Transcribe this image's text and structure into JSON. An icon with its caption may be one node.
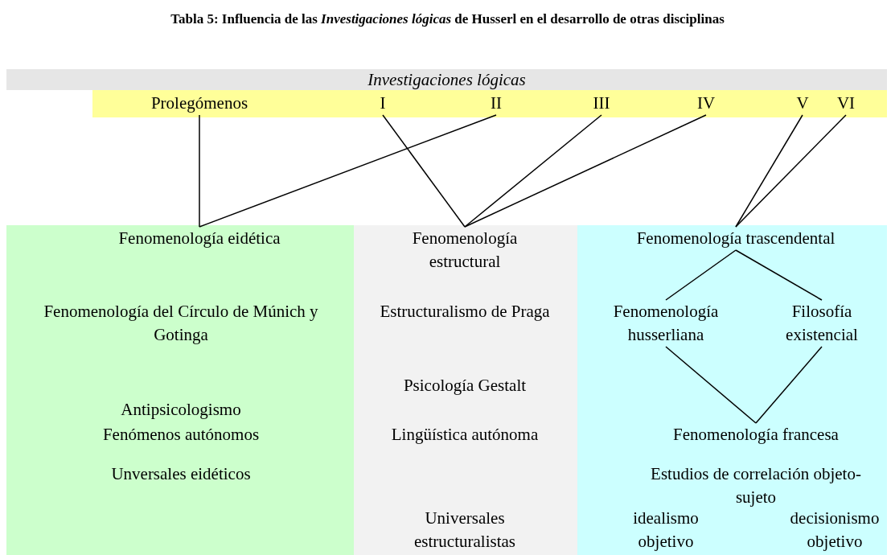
{
  "diagram": {
    "title": "Tabla 5: Influencia de las *Investigaciones lógicas* de Husserl en el desarrollo de otras disciplinas",
    "nodes": [
      {
        "text": [
          "Investigaciones lógicas"
        ]
      },
      {
        "text": [],
        "shape": "bar"
      },
      {
        "text": [
          "Prolegómenos"
        ],
        "in": 1
      },
      {
        "text": [
          "I"
        ],
        "in": 1
      },
      {
        "text": [
          "II"
        ],
        "in": 1
      },
      {
        "text": [
          "III"
        ],
        "in": 1
      },
      {
        "text": [
          "IV"
        ],
        "in": 1
      },
      {
        "text": [
          "V"
        ],
        "in": 1
      },
      {
        "text": [
          "VI"
        ],
        "in": 1
      },
      {
        "text": [],
        "shape": "box"
      },
      {
        "text": [
          "Fenomenología eidética"
        ],
        "in": 9
      },
      {
        "text": [
          "Fenomenología del Círculo de Múnich y Gotinga"
        ],
        "in": 9
      },
      {
        "text": [
          "Antipsicologismo"
        ],
        "in": 9
      },
      {
        "text": [
          "Fenómenos autónomos"
        ],
        "in": 9
      },
      {
        "text": [
          "Unversales eidéticos"
        ],
        "in": 9
      },
      {
        "text": [],
        "shape": "box"
      },
      {
        "text": [
          "Fenomenología estructural"
        ],
        "in": 15
      },
      {
        "text": [
          "Estructuralismo de Praga"
        ],
        "in": 15
      },
      {
        "text": [
          "Psicología Gestalt"
        ],
        "in": 15
      },
      {
        "text": [
          "Lingüística autónoma"
        ],
        "in": 15
      },
      {
        "text": [
          "Universales estructuralistas"
        ],
        "in": 15
      },
      {
        "text": [],
        "shape": "box"
      },
      {
        "text": [
          "Fenomenología trascendental"
        ],
        "in": 21
      },
      {
        "text": [
          "Fenomenología husserliana"
        ],
        "in": 21
      },
      {
        "text": [
          "Filosofía existencial"
        ],
        "in": 21
      },
      {
        "text": [
          "Fenomenología francesa"
        ],
        "in": 21
      },
      {
        "text": [
          "Estudios de correlación objeto-sujeto"
        ],
        "in": 21
      },
      {
        "text": [
          "idealismo objetivo"
        ],
        "in": 21
      },
      {
        "text": [
          "decisionismo objetivo"
        ],
        "in": 21
      }
    ],
    "edges": [
      {
        "from": 2,
        "to": 10,
        "arrow": "none"
      },
      {
        "from": 4,
        "to": 10,
        "arrow": "none"
      },
      {
        "from": 3,
        "to": 16,
        "arrow": "none"
      },
      {
        "from": 5,
        "to": 16,
        "arrow": "none"
      },
      {
        "from": 6,
        "to": 16,
        "arrow": "none"
      },
      {
        "from": 7,
        "to": 22,
        "arrow": "none"
      },
      {
        "from": 8,
        "to": 22,
        "arrow": "none"
      },
      {
        "from": 22,
        "to": 23,
        "arrow": "none"
      },
      {
        "from": 22,
        "to": 24,
        "arrow": "none"
      },
      {
        "from": 23,
        "to": 25,
        "arrow": "none"
      },
      {
        "from": 24,
        "to": 25,
        "arrow": "none"
      }
    ]
  }
}
